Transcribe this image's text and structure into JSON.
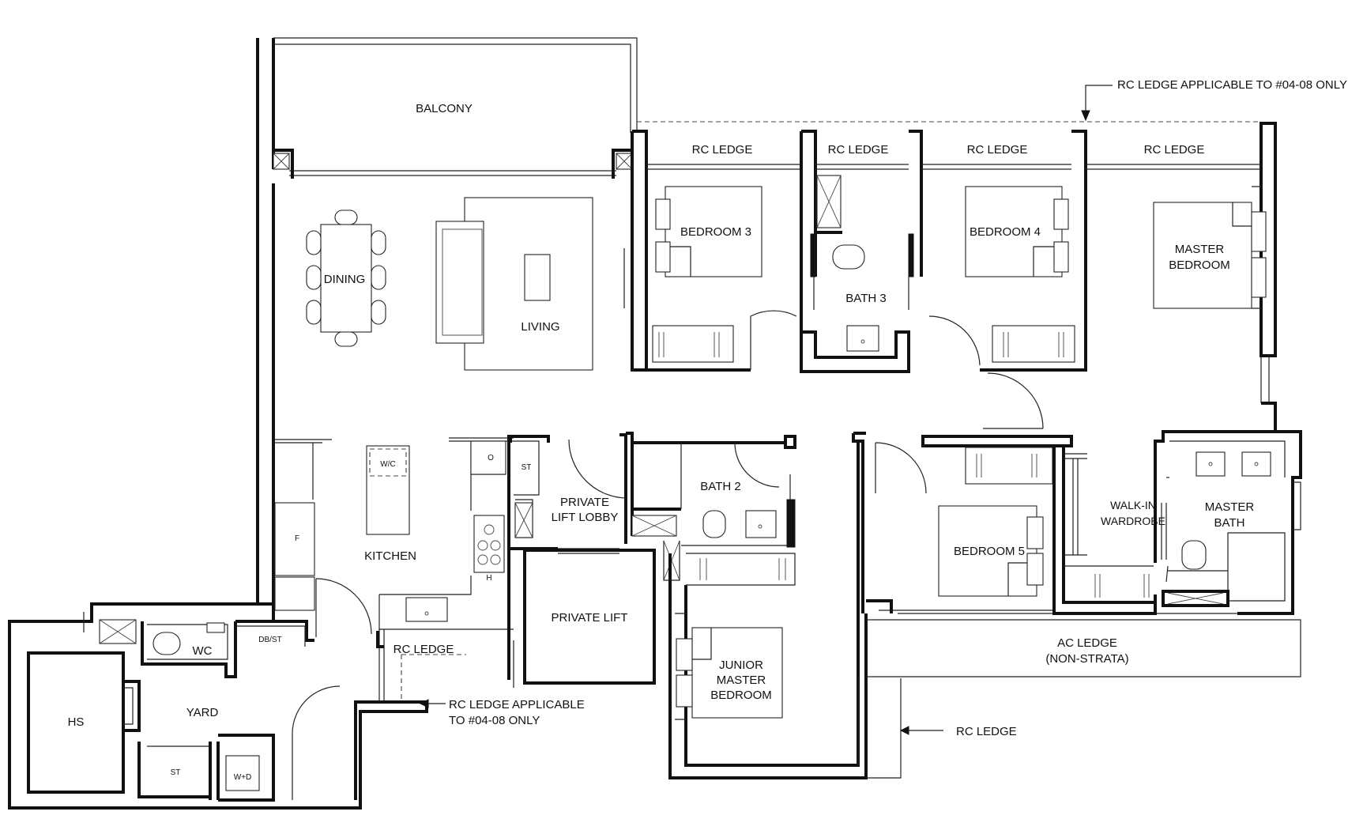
{
  "rooms": {
    "balcony": "BALCONY",
    "dining": "DINING",
    "living": "LIVING",
    "kitchen": "KITCHEN",
    "private_lift_lobby_1": "PRIVATE",
    "private_lift_lobby_2": "LIFT LOBBY",
    "private_lift": "PRIVATE LIFT",
    "bedroom_3": "BEDROOM 3",
    "bath_3": "BATH 3",
    "bedroom_4": "BEDROOM 4",
    "master_bedroom_1": "MASTER",
    "master_bedroom_2": "BEDROOM",
    "bath_2": "BATH 2",
    "bedroom_5": "BEDROOM 5",
    "walk_in_wardrobe_1": "WALK-IN",
    "walk_in_wardrobe_2": "WARDROBE",
    "master_bath_1": "MASTER",
    "master_bath_2": "BATH",
    "junior_master_1": "JUNIOR",
    "junior_master_2": "MASTER",
    "junior_master_3": "BEDROOM",
    "ac_ledge_1": "AC LEDGE",
    "ac_ledge_2": "(NON-STRATA)",
    "wc": "WC",
    "yard": "YARD",
    "hs": "HS"
  },
  "fixtures": {
    "wc_cabinet": "W/C",
    "store_st": "ST",
    "fridge": "F",
    "hob": "H",
    "oven": "O",
    "db_st": "DB/ST",
    "yard_st": "ST",
    "washer_dryer": "W+D"
  },
  "ledges": {
    "rc_ledge_1": "RC LEDGE",
    "rc_ledge_2": "RC LEDGE",
    "rc_ledge_3": "RC LEDGE",
    "rc_ledge_4": "RC LEDGE",
    "rc_ledge_kitchen": "RC LEDGE",
    "rc_ledge_bottom": "RC LEDGE"
  },
  "notes": {
    "top_note": "RC LEDGE APPLICABLE TO #04-08 ONLY",
    "bottom_note_1": "RC LEDGE APPLICABLE",
    "bottom_note_2": "TO #04-08 ONLY"
  }
}
